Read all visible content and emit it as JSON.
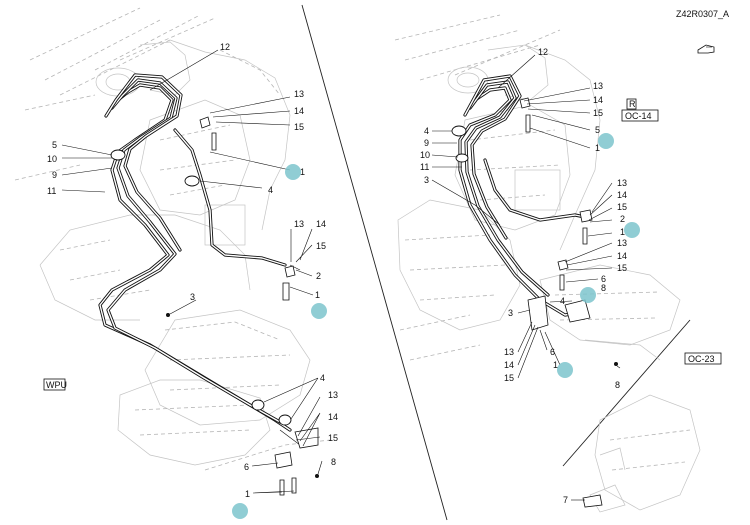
{
  "drawing_code": "Z42R0307_A",
  "box_labels": {
    "wpu": "WPU",
    "ref_r": "R",
    "ref_oc14": "OC-14",
    "ref_oc23": "OC-23"
  },
  "icons": {
    "direction": "hand-pointer-icon"
  },
  "colors": {
    "marker": "#7cc4cd",
    "line": "#111111",
    "ghost": "#b5b5b5"
  },
  "left_view": {
    "labels": [
      "12",
      "13",
      "14",
      "15",
      "5",
      "10",
      "9",
      "11",
      "1",
      "4",
      "13",
      "14",
      "15",
      "2",
      "1",
      "3",
      "4",
      "13",
      "14",
      "15",
      "6",
      "8",
      "1"
    ]
  },
  "right_view": {
    "labels": [
      "12",
      "13",
      "14",
      "15",
      "4",
      "9",
      "10",
      "11",
      "5",
      "1",
      "3",
      "13",
      "14",
      "15",
      "2",
      "1",
      "13",
      "14",
      "15",
      "6",
      "8",
      "4",
      "3",
      "13",
      "6",
      "14",
      "15",
      "1",
      "8",
      "7"
    ]
  }
}
